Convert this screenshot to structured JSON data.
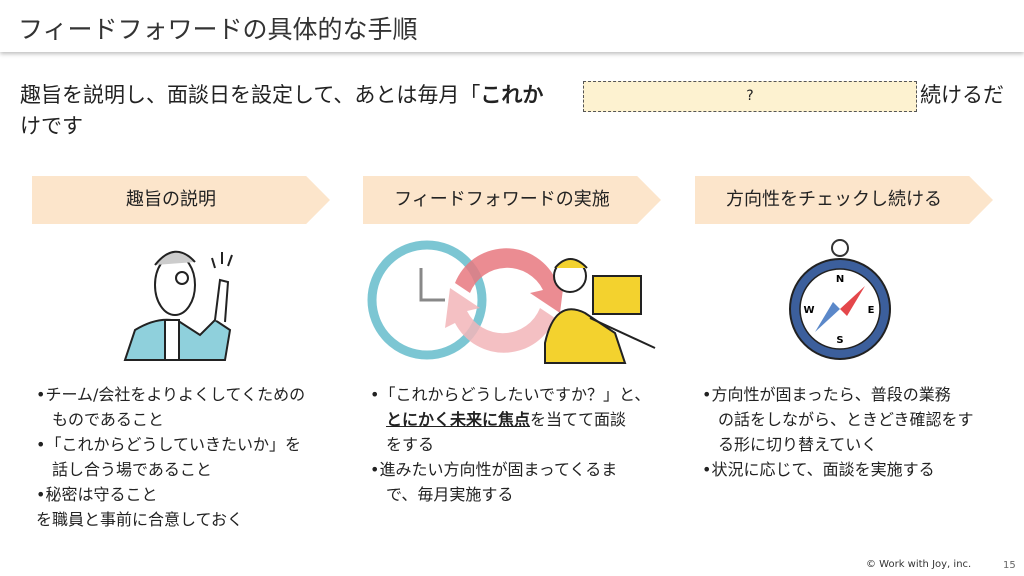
{
  "title": "フィードフォワードの具体的な手順",
  "lead": {
    "part1": "趣旨を説明し、面談日を設定して、あとは毎月「",
    "bold": "これか",
    "part2": "",
    "hidden_placeholder": "?",
    "part3": "続けるだ",
    "line2": "けです"
  },
  "steps": [
    {
      "label": "趣旨の説明",
      "icon": "teacher-pointing-icon"
    },
    {
      "label": "フィードフォワードの実施",
      "icon": "clock-cycle-laptop-icon"
    },
    {
      "label": "方向性をチェックし続ける",
      "icon": "compass-icon"
    }
  ],
  "col1": [
    "•チーム/会社をよりよくしてくための",
    "　ものであること",
    "•「これからどうしていきたいか」を",
    "　話し合う場であること",
    "•秘密は守ること",
    "を職員と事前に合意しておく"
  ],
  "col2": {
    "l1": "•「これからどうしたいですか？」と、",
    "l2_bold": "とにかく未来に焦点",
    "l2_rest": "を当てて面談",
    "l3": "　をする",
    "l4": "•進みたい方向性が固まってくるま",
    "l5": "　で、毎月実施する"
  },
  "col3": [
    "•方向性が固まったら、普段の業務",
    "　の話をしながら、ときどき確認をす",
    "　る形に切り替えていく",
    "•状況に応じて、面談を実施する"
  ],
  "compass_letters": [
    "N",
    "E",
    "S",
    "W"
  ],
  "footer": "© Work with Joy, inc.",
  "page_number": "15",
  "colors": {
    "banner": "#fce5cb",
    "placeholder": "#fdf2d0"
  }
}
